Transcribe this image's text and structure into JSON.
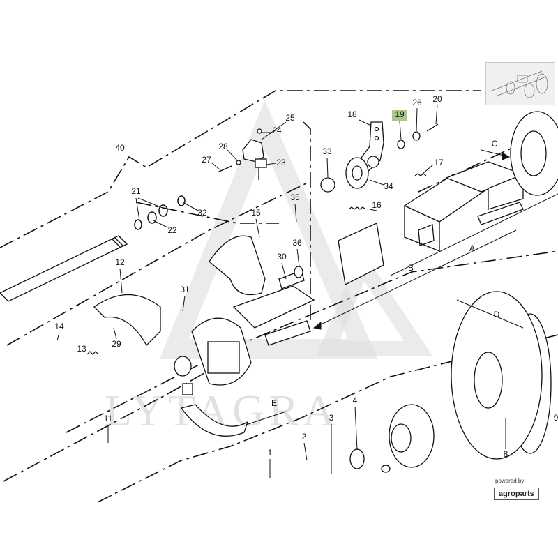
{
  "diagram": {
    "watermark_text": "LYTAGRA",
    "highlight_color": "#a6c888",
    "line_color": "#111111",
    "callouts": [
      {
        "id": "c40",
        "text": "40"
      },
      {
        "id": "c21",
        "text": "21"
      },
      {
        "id": "c22",
        "text": "22"
      },
      {
        "id": "c32",
        "text": "32"
      },
      {
        "id": "c27",
        "text": "27"
      },
      {
        "id": "c28",
        "text": "28"
      },
      {
        "id": "c25",
        "text": "25"
      },
      {
        "id": "c24",
        "text": "24"
      },
      {
        "id": "c23",
        "text": "23"
      },
      {
        "id": "c18",
        "text": "18"
      },
      {
        "id": "c19",
        "text": "19"
      },
      {
        "id": "c26",
        "text": "26"
      },
      {
        "id": "c20",
        "text": "20"
      },
      {
        "id": "c33",
        "text": "33"
      },
      {
        "id": "c34",
        "text": "34"
      },
      {
        "id": "c17",
        "text": "17"
      },
      {
        "id": "c16",
        "text": "16"
      },
      {
        "id": "c35",
        "text": "35"
      },
      {
        "id": "c15",
        "text": "15"
      },
      {
        "id": "c36",
        "text": "36"
      },
      {
        "id": "c30",
        "text": "30"
      },
      {
        "id": "c12",
        "text": "12"
      },
      {
        "id": "c31",
        "text": "31"
      },
      {
        "id": "c14",
        "text": "14"
      },
      {
        "id": "c13",
        "text": "13"
      },
      {
        "id": "c29",
        "text": "29"
      },
      {
        "id": "c11",
        "text": "11"
      },
      {
        "id": "c2",
        "text": "2"
      },
      {
        "id": "c1",
        "text": "1"
      },
      {
        "id": "c3",
        "text": "3"
      },
      {
        "id": "c4",
        "text": "4"
      },
      {
        "id": "c8",
        "text": "8"
      },
      {
        "id": "c9",
        "text": "9"
      },
      {
        "id": "cA",
        "text": "A"
      },
      {
        "id": "cB",
        "text": "B"
      },
      {
        "id": "cC",
        "text": "C"
      },
      {
        "id": "cD",
        "text": "D"
      },
      {
        "id": "cE",
        "text": "E"
      }
    ],
    "highlighted": "c19"
  },
  "branding": {
    "powered_by": "powered by",
    "brand": "agroparts"
  },
  "icons": {
    "thumbnail": "diagram-thumbnail-icon",
    "logo": "agroparts-logo-icon"
  }
}
